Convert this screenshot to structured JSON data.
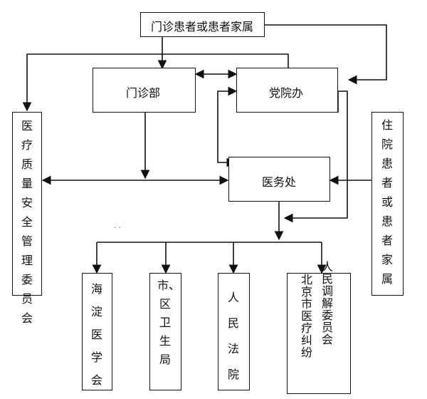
{
  "nodes": {
    "outpatient_family": "门诊患者或患者家属",
    "outpatient_dept": "门诊部",
    "party_office": "党院办",
    "medical_affairs": "医务处",
    "quality_committee": "医疗质量安全管理委员会",
    "inpatient_family": "住院患者或患者家属",
    "haidian_medical_society": "海淀医学会",
    "city_district_health": "市、区卫生局",
    "peoples_court": "人民法院",
    "mediation_committee_col1": "北京市医疗纠纷",
    "mediation_committee_col2": "人民调解委员会"
  },
  "stray_mark": ". ."
}
